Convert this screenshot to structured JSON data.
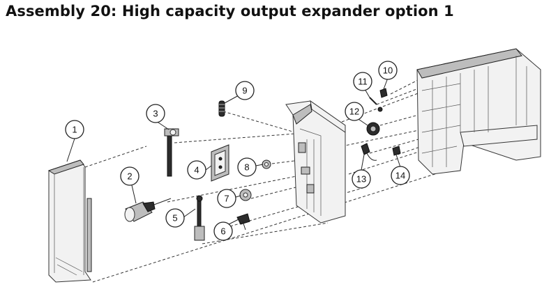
{
  "title": "Assembly 20: High capacity output expander option 1",
  "callouts": [
    "1",
    "2",
    "3",
    "4",
    "5",
    "6",
    "7",
    "8",
    "9",
    "10",
    "11",
    "12",
    "13",
    "14"
  ]
}
